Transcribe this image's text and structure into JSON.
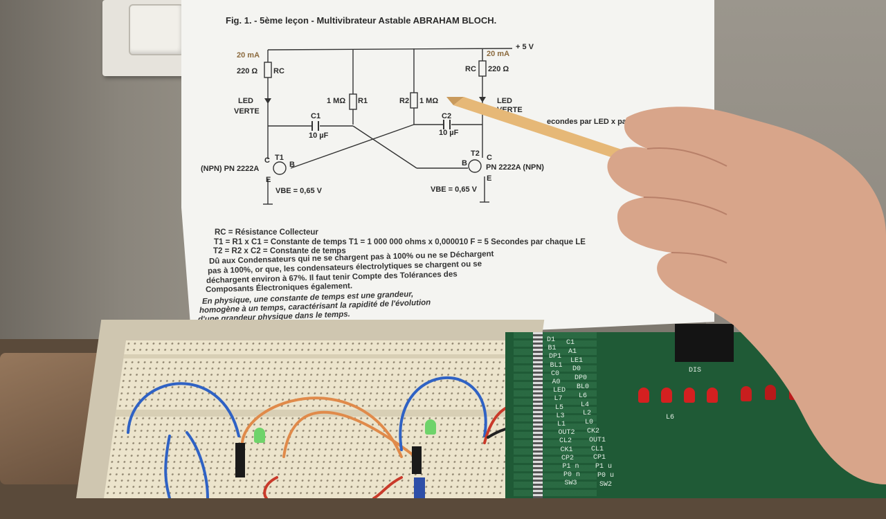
{
  "figure": {
    "title": "Fig. 1. - 5ème leçon - Multivibrateur Astable ABRAHAM BLOCH.",
    "supply": "+ 5 V",
    "left": {
      "current": "20 mA",
      "resistor": "220 Ω",
      "rc": "RC",
      "led1": "LED",
      "led2": "VERTE",
      "type": "(NPN)  PN 2222A",
      "t": "T1",
      "c": "C",
      "b": "B",
      "e": "E",
      "vbe": "VBE = 0,65 V"
    },
    "right": {
      "current": "20 mA",
      "resistor": "220 Ω",
      "rc": "RC",
      "led1": "LED",
      "led2": "VERTE",
      "type": "PN 2222A  (NPN)",
      "t": "T2",
      "c": "C",
      "b": "B",
      "e": "E",
      "vbe": "VBE = 0,65 V"
    },
    "r1": "1 MΩ",
    "r1_name": "R1",
    "r2": "1 MΩ",
    "r2_name": "R2",
    "c1": "C1",
    "c1_val": "10 µF",
    "c2": "C2",
    "c2_val": "10 µF",
    "side_note": "econdes par LED x par"
  },
  "text_lines": [
    "RC = Résistance Collecteur",
    "T1 = R1 x C1 = Constante de temps   T1 = 1 000 000 ohms x 0,000010 F = 5 Secondes par chaque LE",
    "T2 = R2 x C2 = Constante de temps",
    "Dû aux Condensateurs qui ne se chargent pas à 100% ou ne se Déchargent",
    "pas à 100%, or que, les condensateurs électrolytiques se chargent ou se",
    "déchargent environ à 67%. Il faut tenir Compte des Tolérances des",
    "Composants Électroniques également.",
    "En physique, une constante de temps est une grandeur,",
    "homogène à un temps, caractérisant la rapidité de l'évolution",
    "d'une grandeur physique dans le temps."
  ],
  "pcb_labels": [
    "D1",
    "B1",
    "DP1",
    "BL1",
    "C0",
    "A0",
    "LED",
    "L7",
    "L5",
    "L3",
    "L1",
    "OUT2",
    "CL2",
    "CK1",
    "CP2",
    "P1 n",
    "P0 n",
    "SW3",
    "C1",
    "A1",
    "LE1",
    "D0",
    "DP0",
    "BL0",
    "L6",
    "L4",
    "L2",
    "L0",
    "CK2",
    "OUT1",
    "CL1",
    "CP1",
    "P1 u",
    "P0 u",
    "SW2",
    "L6",
    "DIS"
  ],
  "colors": {
    "pcb": "#1f5a36",
    "paper": "#f4f4f1",
    "wire_blue": "#2f62c4",
    "wire_orange": "#e08a4a",
    "wire_red": "#c93a2a",
    "led_green": "#6fd36a",
    "led_red": "#d42020"
  }
}
